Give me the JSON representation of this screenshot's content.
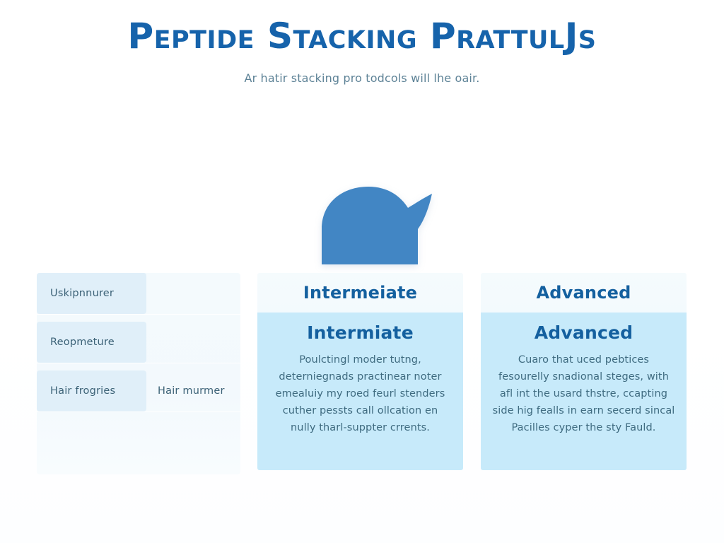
{
  "header": {
    "title": "Peptide Stacking PrattulJs",
    "subtitle": "Ar hatir stacking pro todcols will lhe oair."
  },
  "decoration": {
    "blob_icon": "hair-wave-blob",
    "blob_color": "#4286c4"
  },
  "colors": {
    "title_blue": "#1663ab",
    "card_header_blue": "#14609f",
    "card_body_bg": "#c7eafa",
    "table_label_bg": "#e0eff9",
    "table_panel_bg": "#f4fafd",
    "body_text": "#3f6b80",
    "subtitle_text": "#5d8296"
  },
  "table": {
    "rows": [
      {
        "label": "Uskipnnurer",
        "value": ""
      },
      {
        "label": "Reopmeture",
        "value": ""
      },
      {
        "label": "Hair frogries",
        "value": "Hair murmer"
      }
    ]
  },
  "cards": [
    {
      "header": "Intermeiate",
      "title": "Intermiate",
      "text": "Poulctingl moder tutng, deterniegnads practinear noter emealuiy my roed feurl stenders cuther pessts call ollcation en nully tharl-suppter crrents."
    },
    {
      "header": "Advanced",
      "title": "Advanced",
      "text": "Cuaro that uced pebtices fesourelly snadional steges, with afl int the usard thstre, ccapting side hig fealls in earn secerd sincal Pacilles cyper the sty Fauld."
    }
  ]
}
